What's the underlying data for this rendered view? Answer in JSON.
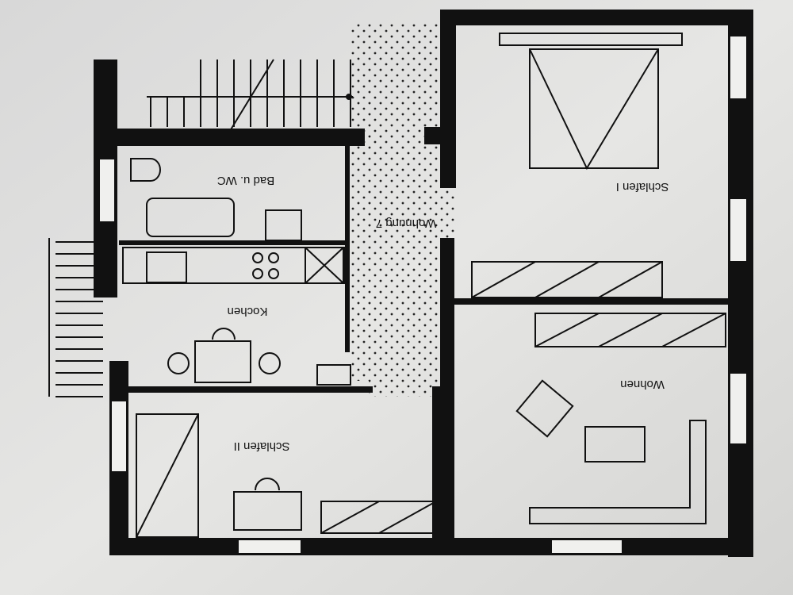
{
  "rooms": {
    "bath": "Bad u. WC",
    "apartment": "Wohnung 7",
    "bedroom1": "Schlafen I",
    "kitchen": "Kochen",
    "living": "Wohnen",
    "bedroom2": "Schlafen II"
  },
  "colors": {
    "paper": "#e4e4e2",
    "ink": "#111111"
  }
}
